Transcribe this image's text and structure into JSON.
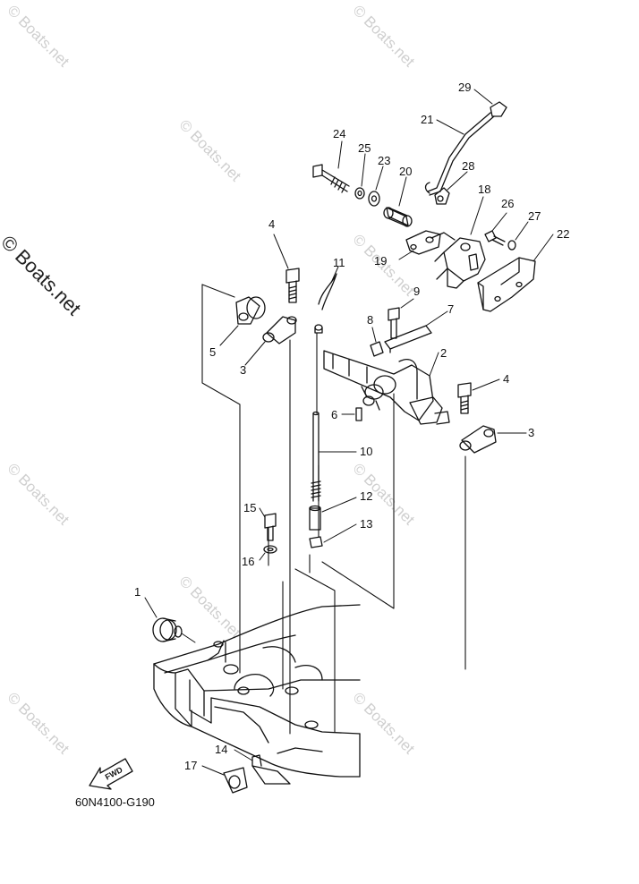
{
  "watermarks": [
    "© Boats.net",
    "© Boats.net",
    "© Boats.net",
    "© Boats.net",
    "© Boats.net",
    "© Boats.net",
    "© Boats.net",
    "© Boats.net",
    "© Boats.net"
  ],
  "main_watermark": "© Boats.net",
  "diagram_code": "60N4100-G190",
  "fwd_label": "FWD",
  "callouts": [
    "1",
    "2",
    "3",
    "3",
    "4",
    "4",
    "5",
    "6",
    "7",
    "8",
    "9",
    "10",
    "11",
    "12",
    "13",
    "14",
    "15",
    "16",
    "17",
    "18",
    "19",
    "20",
    "21",
    "22",
    "23",
    "24",
    "25",
    "26",
    "27",
    "28",
    "29"
  ]
}
